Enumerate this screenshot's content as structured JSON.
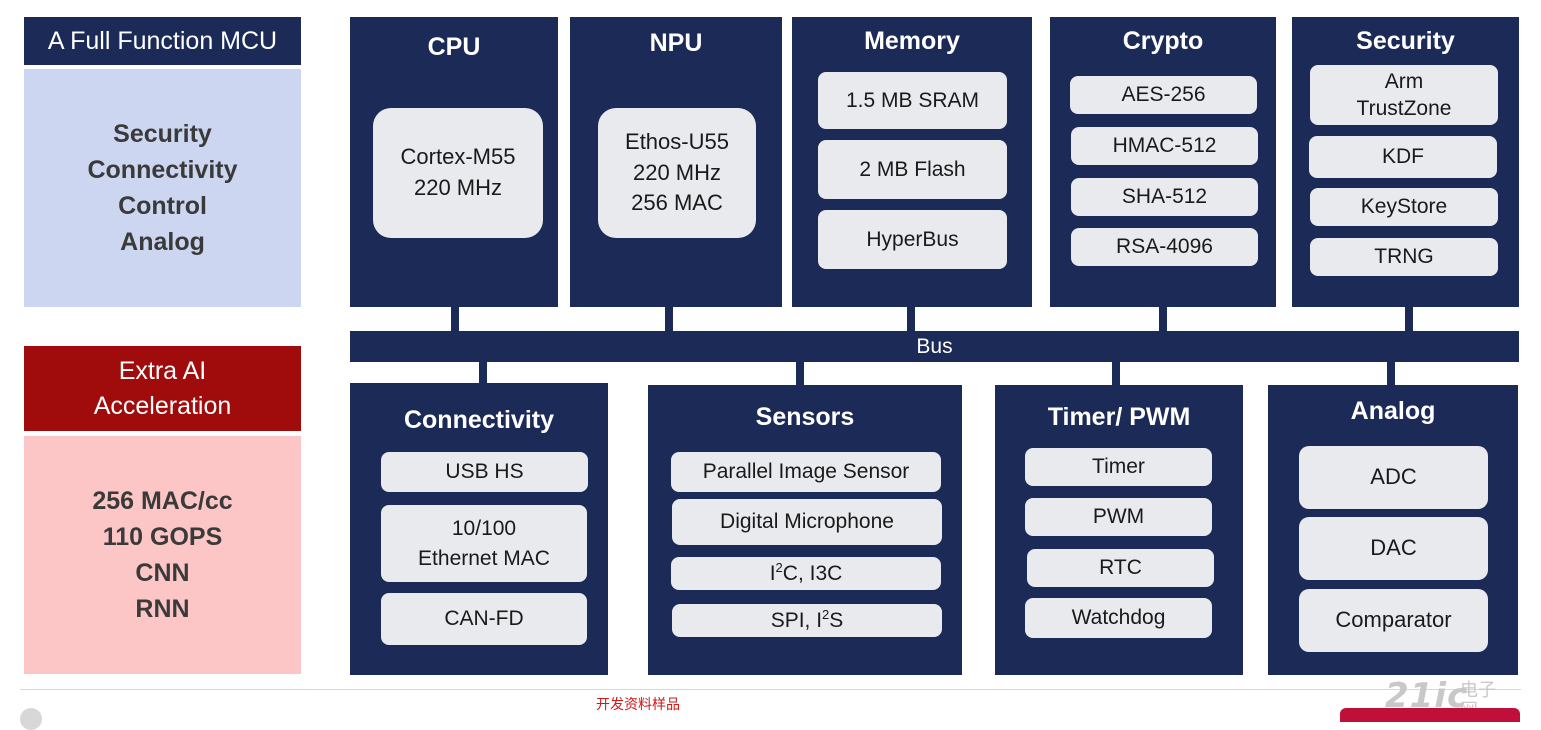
{
  "sidebar": {
    "top_header": "A Full Function MCU",
    "top_items": [
      "Security",
      "Connectivity",
      "Control",
      "Analog"
    ],
    "bottom_header_line1": "Extra AI",
    "bottom_header_line2": "Acceleration",
    "bottom_items": [
      "256 MAC/cc",
      "110 GOPS",
      "CNN",
      "RNN"
    ]
  },
  "blocks": {
    "cpu": {
      "title": "CPU",
      "line1": "Cortex-M55",
      "line2": "220 MHz"
    },
    "npu": {
      "title": "NPU",
      "line1": "Ethos-U55",
      "line2": "220 MHz",
      "line3": "256 MAC"
    },
    "memory": {
      "title": "Memory",
      "items": [
        "1.5 MB SRAM",
        "2 MB Flash",
        "HyperBus"
      ]
    },
    "crypto": {
      "title": "Crypto",
      "items": [
        "AES-256",
        "HMAC-512",
        "SHA-512",
        "RSA-4096"
      ]
    },
    "security": {
      "title": "Security",
      "item0_line1": "Arm",
      "item0_line2": "TrustZone",
      "items": [
        "KDF",
        "KeyStore",
        "TRNG"
      ]
    },
    "connectivity": {
      "title": "Connectivity",
      "item0": "USB HS",
      "item1_line1": "10/100",
      "item1_line2": "Ethernet MAC",
      "item2": "CAN-FD"
    },
    "sensors": {
      "title": "Sensors",
      "item0": "Parallel Image Sensor",
      "item1": "Digital Microphone",
      "item2_pre": "I",
      "item2_sup": "2",
      "item2_post": "C, I3C",
      "item3_pre": "SPI, I",
      "item3_sup": "2",
      "item3_post": "S"
    },
    "timer": {
      "title": "Timer/ PWM",
      "items": [
        "Timer",
        "PWM",
        "RTC",
        "Watchdog"
      ]
    },
    "analog": {
      "title": "Analog",
      "items": [
        "ADC",
        "DAC",
        "Comparator"
      ]
    }
  },
  "bus": {
    "label": "Bus"
  },
  "watermarks": {
    "cn_sample": "开发资料样品",
    "logo": "21ic",
    "logo_cn1": "电子",
    "logo_cn2": "网"
  },
  "colors": {
    "navy": "#1b2a56",
    "light_blue": "#ccd6f0",
    "dark_red": "#a00c0c",
    "light_pink": "#fdc6c6",
    "pill": "#e8eaee"
  }
}
